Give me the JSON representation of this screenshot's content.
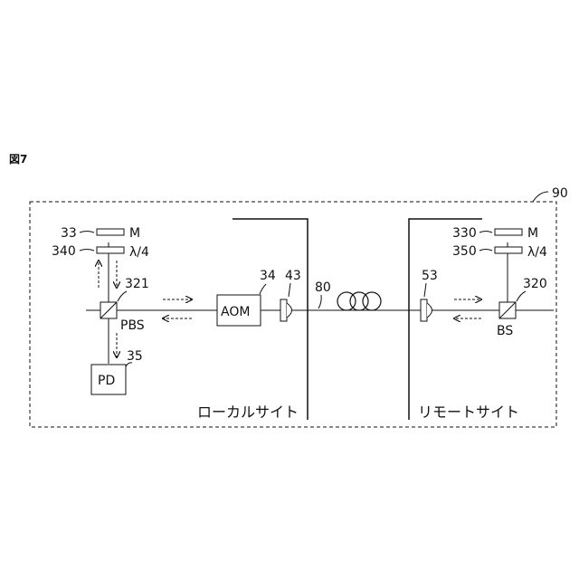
{
  "figure_label": "図7",
  "labels": {
    "system": "90",
    "mirror_local": "33",
    "mirror_letter_local": "M",
    "qwp_local": "340",
    "qwp_letter_local": "λ/4",
    "pbs_num": "321",
    "pbs_text": "PBS",
    "pd_num": "35",
    "pd_text": "PD",
    "aom_num": "34",
    "aom_text": "AOM",
    "coupler_local": "43",
    "fiber": "80",
    "coupler_remote": "53",
    "mirror_remote": "330",
    "mirror_letter_remote": "M",
    "qwp_remote": "350",
    "qwp_letter_remote": "λ/4",
    "bs_num": "320",
    "bs_text": "BS",
    "local_site": "ローカルサイト",
    "remote_site": "リモートサイト"
  },
  "colors": {
    "line": "#111111"
  }
}
